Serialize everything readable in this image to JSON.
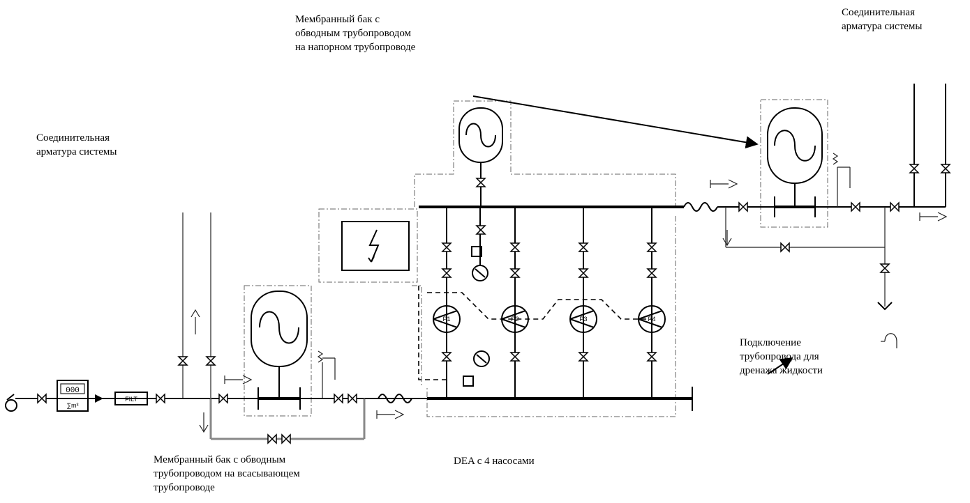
{
  "labels": {
    "top_tank": "Мембранный бак с\nобводным трубопроводом\nна напорном трубопроводе",
    "top_right": "Соединительная\nарматура системы",
    "left": "Соединительная\nарматура системы",
    "drain": "Подключение\nтрубопровода для\nдренажа жидкости",
    "dea": "DEA с 4 насосами",
    "bottom_tank": "Мембранный бак с обводным\nтрубопроводом на всасывающем\nтрубопроводе"
  },
  "components": {
    "filter": "FILT",
    "meter_digits": "000",
    "meter_unit": "∑m³",
    "pumps": [
      "P1",
      "P2",
      "P3",
      "P4"
    ]
  }
}
